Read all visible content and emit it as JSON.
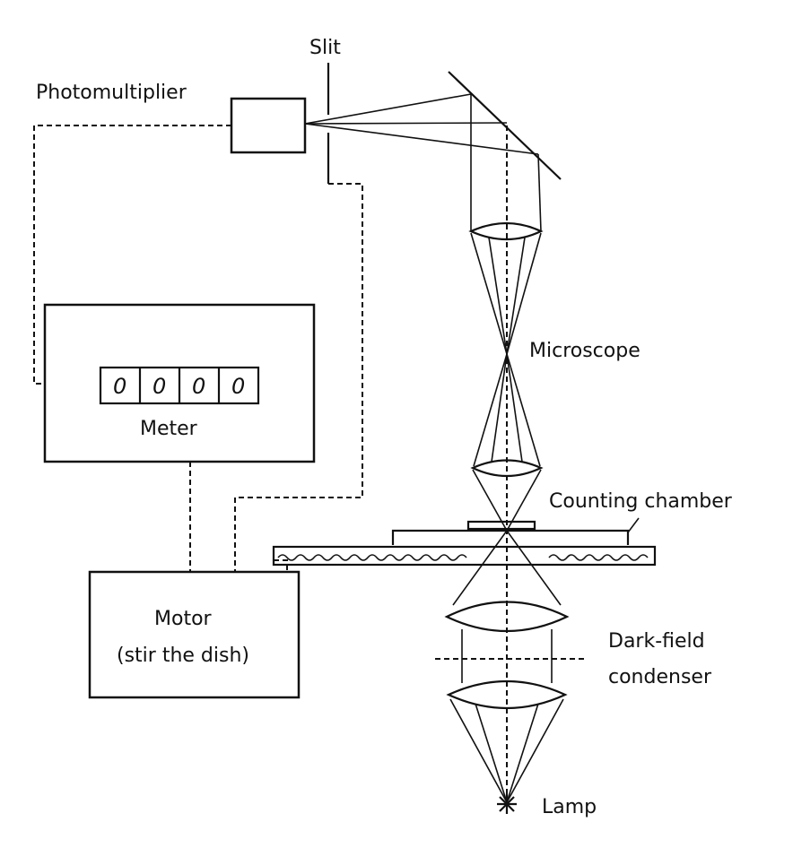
{
  "labels": {
    "slit": "Slit",
    "photomultiplier": "Photomultiplier",
    "microscope": "Microscope",
    "meter": "Meter",
    "counting_chamber": "Counting chamber",
    "motor": "Motor",
    "motor_sub": "(stir the dish)",
    "condenser_line1": "Dark-field",
    "condenser_line2": "condenser",
    "lamp": "Lamp"
  },
  "meter_digits": [
    "0",
    "0",
    "0",
    "0"
  ]
}
